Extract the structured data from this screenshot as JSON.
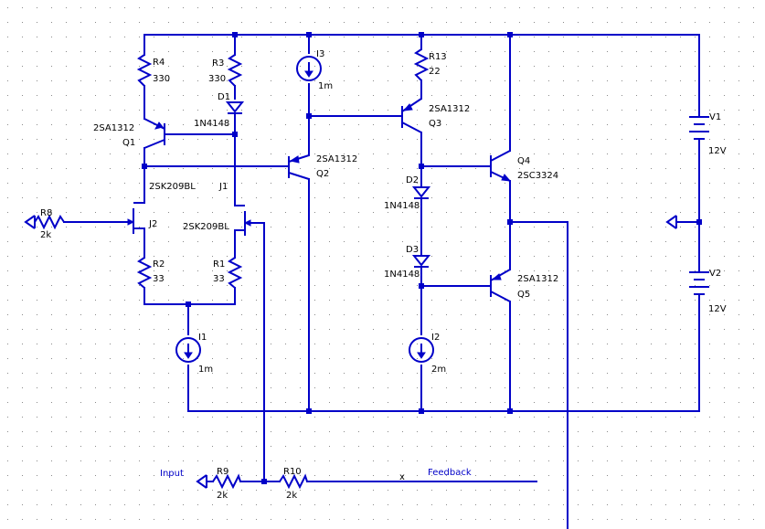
{
  "colors": {
    "wire": "#0000c8",
    "text": "#000000",
    "net": "#0000c8",
    "grid": "#8a8a8a",
    "background": "#ffffff"
  },
  "components": {
    "R4": {
      "name": "R4",
      "value": "330"
    },
    "R3": {
      "name": "R3",
      "value": "330"
    },
    "R13": {
      "name": "R13",
      "value": "22"
    },
    "R8": {
      "name": "R8",
      "value": "2k"
    },
    "R2": {
      "name": "R2",
      "value": "33"
    },
    "R1": {
      "name": "R1",
      "value": "33"
    },
    "R9": {
      "name": "R9",
      "value": "2k"
    },
    "R10": {
      "name": "R10",
      "value": "2k"
    },
    "D1": {
      "name": "D1",
      "model": "1N4148"
    },
    "D2": {
      "name": "D2",
      "model": "1N4148"
    },
    "D3": {
      "name": "D3",
      "model": "1N4148"
    },
    "I1": {
      "name": "I1",
      "value": "1m"
    },
    "I2": {
      "name": "I2",
      "value": "2m"
    },
    "I3": {
      "name": "I3",
      "value": "1m"
    },
    "Q1": {
      "name": "Q1",
      "model": "2SA1312"
    },
    "Q2": {
      "name": "Q2",
      "model": "2SA1312"
    },
    "Q3": {
      "name": "Q3",
      "model": "2SA1312"
    },
    "Q4": {
      "name": "Q4",
      "model": "2SC3324"
    },
    "Q5": {
      "name": "Q5",
      "model": "2SA1312"
    },
    "J1": {
      "name": "J1",
      "model": "2SK209BL"
    },
    "J2": {
      "name": "J2",
      "model": "2SK209BL"
    },
    "V1": {
      "name": "V1",
      "value": "12V"
    },
    "V2": {
      "name": "V2",
      "value": "12V"
    }
  },
  "nets": {
    "input": "Input",
    "feedback": "Feedback",
    "marker": "x"
  }
}
